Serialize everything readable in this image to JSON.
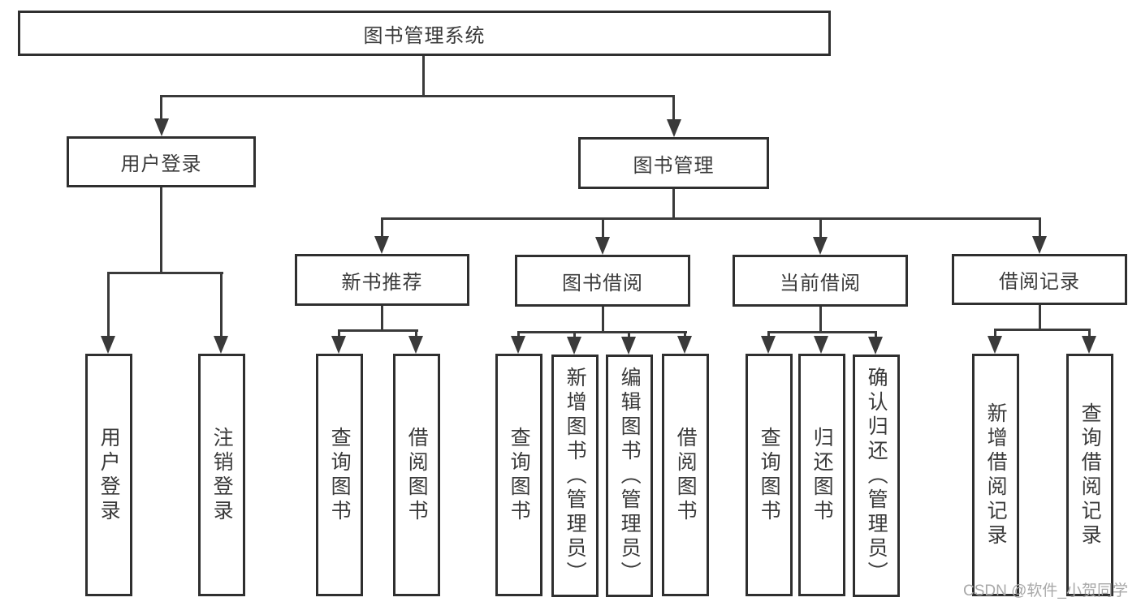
{
  "diagram_title": "图书管理系统",
  "watermark": "CSDN @软件_小贺同学",
  "colors": {
    "line": "#3a3a3a",
    "box_border": "#2f2f2f",
    "text": "#3a3a3a",
    "background": "#ffffff",
    "watermark": "#a8a8a8"
  },
  "nodes": {
    "root": "图书管理系统",
    "level2": {
      "user_login": "用户登录",
      "book_mgmt": "图书管理"
    },
    "level3": {
      "new_book": "新书推荐",
      "book_borrow": "图书借阅",
      "current_borrow": "当前借阅",
      "borrow_record": "借阅记录"
    },
    "leaves": {
      "user_login": [
        "用户登录",
        "注销登录"
      ],
      "new_book": [
        "查询图书",
        "借阅图书"
      ],
      "book_borrow": [
        "查询图书",
        "新增图书（管理员）",
        "编辑图书（管理员）",
        "借阅图书"
      ],
      "current_borrow": [
        "查询图书",
        "归还图书",
        "确认归还（管理员）"
      ],
      "borrow_record": [
        "新增借阅记录",
        "查询借阅记录"
      ]
    }
  }
}
